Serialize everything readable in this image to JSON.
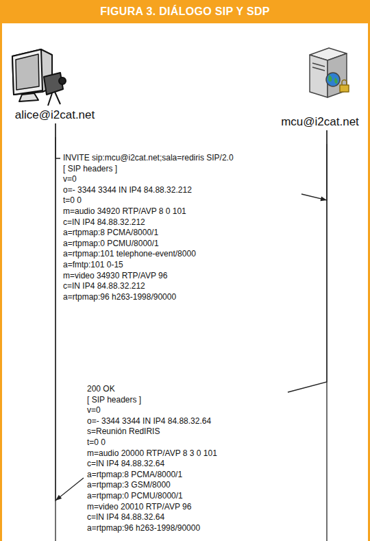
{
  "diagram": {
    "title": "FIGURA 3. DIÁLOGO SIP Y SDP",
    "nodes": [
      {
        "text": [
          "alice@i2cat.net"
        ]
      },
      {
        "text": [
          "mcu@i2cat.net"
        ]
      }
    ],
    "edges": [
      {
        "from": 0,
        "to": 1,
        "arrow": "to",
        "label": "INVITE sip:mcu@i2cat.net;sala=rediris SIP/2.0"
      },
      {
        "from": 1,
        "to": 0,
        "arrow": "to",
        "label": "200 OK"
      }
    ],
    "labels": [
      "[ SIP headers ]",
      "v=0",
      "o=- 3344 3344 IN IP4 84.88.32.212",
      "t=0 0",
      "m=audio 34920 RTP/AVP 8 0 101",
      "c=IN IP4 84.88.32.212",
      "a=rtpmap:8 PCMA/8000/1",
      "a=rtpmap:0 PCMU/8000/1",
      "a=rtpmap:101 telephone-event/8000",
      "a=fmtp:101 0-15",
      "m=video 34930 RTP/AVP 96",
      "c=IN IP4 84.88.32.212",
      "a=rtpmap:96 h263-1998/90000",
      "[ SIP headers ]",
      "v=0",
      "o=- 3344 3344 IN IP4 84.88.32.64",
      "s=Reunión RedIRIS",
      "t=0 0",
      "m=audio 20000 RTP/AVP 8 3 0 101",
      "c=IN IP4 84.88.32.64",
      "a=rtpmap:8 PCMA/8000/1",
      "a=rtpmap:3 GSM/8000",
      "a=rtpmap:0 PCMU/8000/1",
      "m=video 20010 RTP/AVP 96",
      "c=IN IP4 84.88.32.64",
      "a=rtpmap:96 h263-1998/90000"
    ]
  }
}
